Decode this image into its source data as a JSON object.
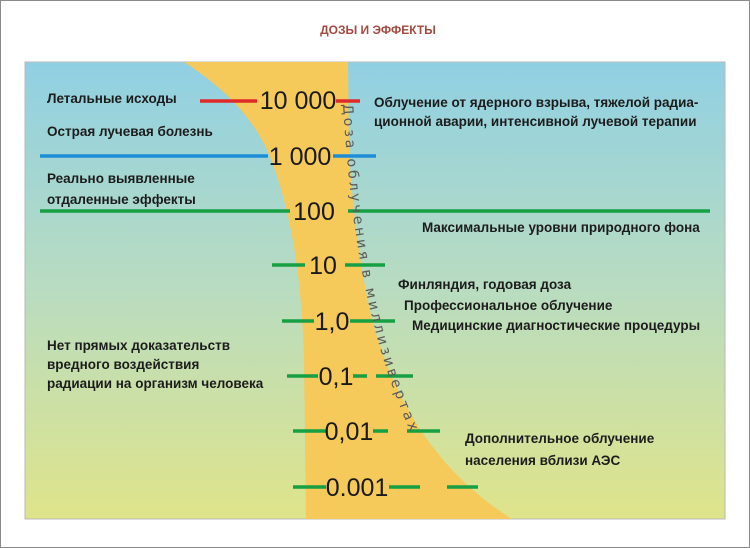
{
  "title": "ДОЗЫ И ЭФФЕКТЫ",
  "axis_label": "Доза облучения в миллизивертах",
  "scale": [
    "10 000",
    "1 000",
    "100",
    "10",
    "1,0",
    "0,1",
    "0,01",
    "0.001"
  ],
  "left_labels": {
    "lethal": "Летальные исходы",
    "acute": "Острая лучевая болезнь",
    "delayed_1": "Реально выявленные",
    "delayed_2": "отдаленные эффекты",
    "no_evidence_1": "Нет прямых доказательств",
    "no_evidence_2": "вредного воздействия",
    "no_evidence_3": "радиации на организм человека"
  },
  "right_labels": {
    "nuclear_1": "Облучение от ядерного взрыва, тяжелой радиа-",
    "nuclear_2": "ционной аварии, интенсивной лучевой терапии",
    "natural_max": "Максимальные уровни природного фона",
    "finland": "Финляндия, годовая доза",
    "professional": "Профессиональное облучение",
    "medical": "Медицинские диагностические процедуры",
    "npp_1": "Дополнительное облучение",
    "npp_2": "населения вблизи АЭС"
  },
  "colors": {
    "title": "#a24a3f",
    "band": "#f5c95a",
    "bg_top": "#90d0e3",
    "bg_bottom": "#dfe48a",
    "lethal_line": "#e02a2a",
    "acute_line": "#1d8ed6",
    "other_lines": "#16a043"
  }
}
